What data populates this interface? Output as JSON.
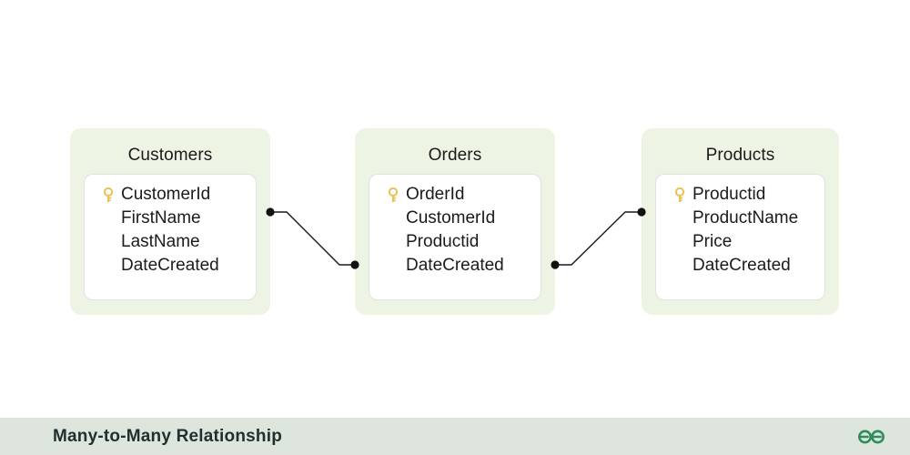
{
  "diagram": {
    "type": "entity-relationship",
    "background": "#ffffff",
    "panel_color": "#edf4e4",
    "card_color": "#ffffff",
    "card_border_color": "#e2e2e2",
    "text_color": "#1b1b1b",
    "key_icon_color": "#e8c254",
    "connector_color": "#1a1a1a",
    "entities": [
      {
        "name": "Customers",
        "icon": "table-icon",
        "fields": [
          {
            "label": "CustomerId",
            "primary_key": true,
            "icon": "key-icon"
          },
          {
            "label": "FirstName",
            "primary_key": false
          },
          {
            "label": "LastName",
            "primary_key": false
          },
          {
            "label": "DateCreated",
            "primary_key": false
          }
        ]
      },
      {
        "name": "Orders",
        "icon": "table-icon",
        "fields": [
          {
            "label": "OrderId",
            "primary_key": true,
            "icon": "key-icon"
          },
          {
            "label": "CustomerId",
            "primary_key": false
          },
          {
            "label": "Productid",
            "primary_key": false
          },
          {
            "label": "DateCreated",
            "primary_key": false
          }
        ]
      },
      {
        "name": "Products",
        "icon": "table-icon",
        "fields": [
          {
            "label": "Productid",
            "primary_key": true,
            "icon": "key-icon"
          },
          {
            "label": "ProductName",
            "primary_key": false
          },
          {
            "label": "Price",
            "primary_key": false
          },
          {
            "label": "DateCreated",
            "primary_key": false
          }
        ]
      }
    ],
    "connectors": [
      {
        "from": "Customers",
        "to": "Orders",
        "style": "polyline-with-endpoint-dots"
      },
      {
        "from": "Orders",
        "to": "Products",
        "style": "polyline-with-endpoint-dots"
      }
    ]
  },
  "footer": {
    "title": "Many-to-Many Relationship",
    "background": "#dde5dd",
    "text_color": "#20302e",
    "logo": "geeksforgeeks-logo",
    "logo_color": "#2f8d5b"
  }
}
